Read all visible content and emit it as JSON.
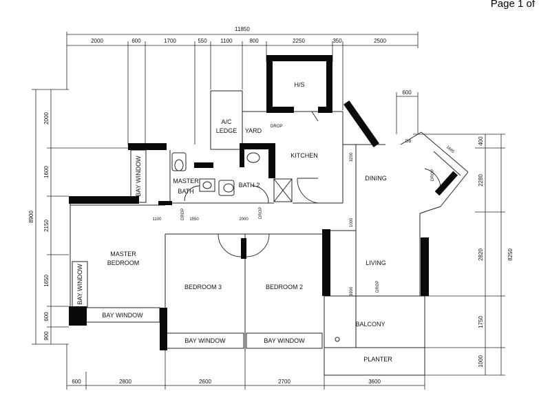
{
  "page_label": "Page 1 of",
  "top_overall_dim": "11850",
  "top_dims": [
    "2000",
    "600",
    "1700",
    "550",
    "1100",
    "800",
    "2250",
    "350",
    "2500"
  ],
  "small_top_dim": "600",
  "bottom_dims": [
    "600",
    "2800",
    "2600",
    "2700",
    "3600"
  ],
  "left_overall_dim": "8900",
  "left_dims": [
    "2000",
    "1600",
    "2150",
    "1650",
    "600",
    "900"
  ],
  "right_overall_dim": "8250",
  "right_dims": [
    "400",
    "2280",
    "2820",
    "1750",
    "1000"
  ],
  "rooms": {
    "hs": "H/S",
    "ac_ledge_1": "A/C",
    "ac_ledge_2": "LEDGE",
    "yard": "YARD",
    "kitchen": "KITCHEN",
    "dining": "DINING",
    "living": "LIVING",
    "master_bath_1": "MASTER",
    "master_bath_2": "BATH",
    "bath2": "BATH 2",
    "master_bedroom_1": "MASTER",
    "master_bedroom_2": "BEDROOM",
    "bedroom3": "BEDROOM 3",
    "bedroom2": "BEDROOM 2",
    "balcony": "BALCONY",
    "planter": "PLANTER",
    "bay_window": "BAY WINDOW"
  },
  "notes": {
    "drop": "DROP",
    "drop_yard": "DROP",
    "db": "DB",
    "ceiling_drop_1": "3200",
    "ceiling_drop_2": "1000",
    "ceiling_drop_3": "3900",
    "mb_dim_1": "1100",
    "mb_dim_2": "1550",
    "mid_dim": "2000",
    "diag_dim": "1665"
  }
}
